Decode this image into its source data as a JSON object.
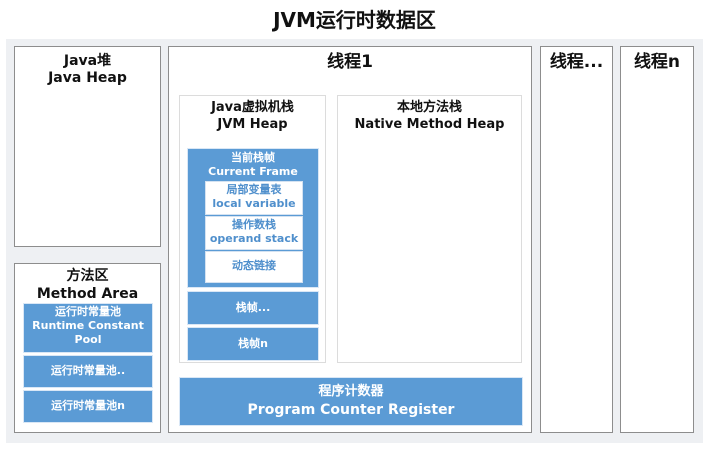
{
  "title": "JVM运行时数据区",
  "heap": {
    "zh": "Java堆",
    "en": "Java Heap"
  },
  "method_area": {
    "zh": "方法区",
    "en": "Method Area",
    "pool1_zh": "运行时常量池",
    "pool1_en_l1": "Runtime Constant",
    "pool1_en_l2": "Pool",
    "pool2": "运行时常量池..",
    "pool3": "运行时常量池n"
  },
  "thread1": {
    "title": "线程1",
    "jvm_stack": {
      "zh": "Java虚拟机栈",
      "en": "JVM Heap",
      "current_frame_zh": "当前栈帧",
      "current_frame_en": "Current Frame",
      "local_var_zh": "局部变量表",
      "local_var_en": "local variable",
      "operand_zh": "操作数栈",
      "operand_en": "operand stack",
      "dynamic_link": "动态链接",
      "frame_more": "栈帧...",
      "frame_n": "栈帧n"
    },
    "native_stack": {
      "zh": "本地方法栈",
      "en": "Native Method Heap"
    },
    "pc": {
      "zh": "程序计数器",
      "en": "Program Counter Register"
    }
  },
  "thread_more": "线程...",
  "thread_n": "线程n",
  "colors": {
    "block": "#5b9bd5",
    "block_text": "#ffffff",
    "inner_text": "#4f8fcc",
    "border": "#8d8d8d"
  }
}
